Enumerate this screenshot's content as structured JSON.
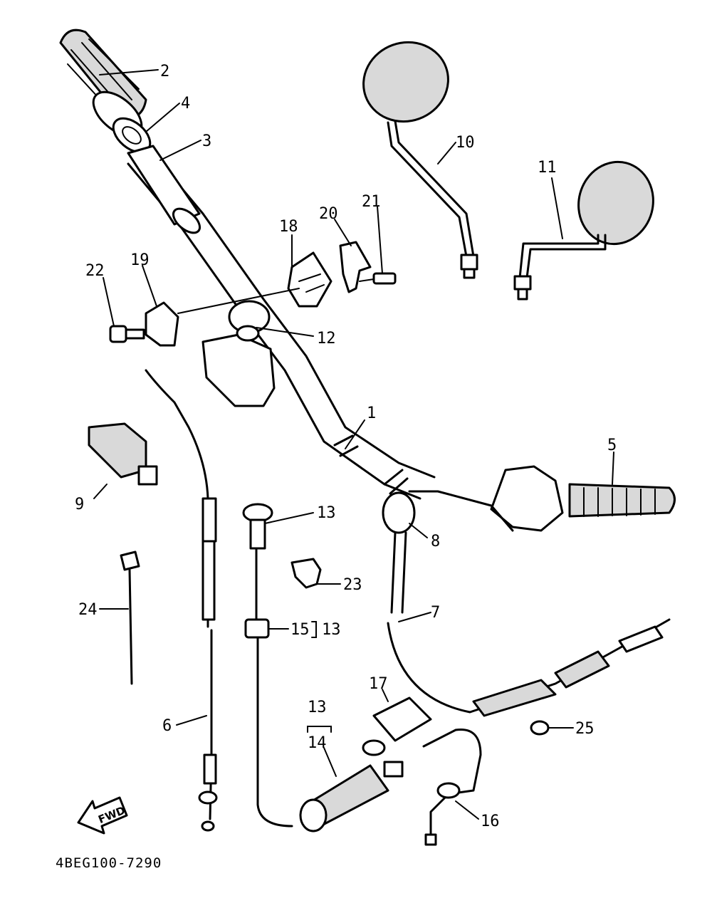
{
  "labels": {
    "p1": "1",
    "p2": "2",
    "p3": "3",
    "p4": "4",
    "p5": "5",
    "p6": "6",
    "p7": "7",
    "p8": "8",
    "p9": "9",
    "p10": "10",
    "p11": "11",
    "p12": "12",
    "p13a": "13",
    "p13b": "13",
    "p13c": "13",
    "p14": "14",
    "p15": "15",
    "p16": "16",
    "p17": "17",
    "p18": "18",
    "p19": "19",
    "p20": "20",
    "p21": "21",
    "p22": "22",
    "p23": "23",
    "p24": "24",
    "p25": "25"
  },
  "fwd_label": "FWD",
  "diagram_code": "4BEG100-7290"
}
